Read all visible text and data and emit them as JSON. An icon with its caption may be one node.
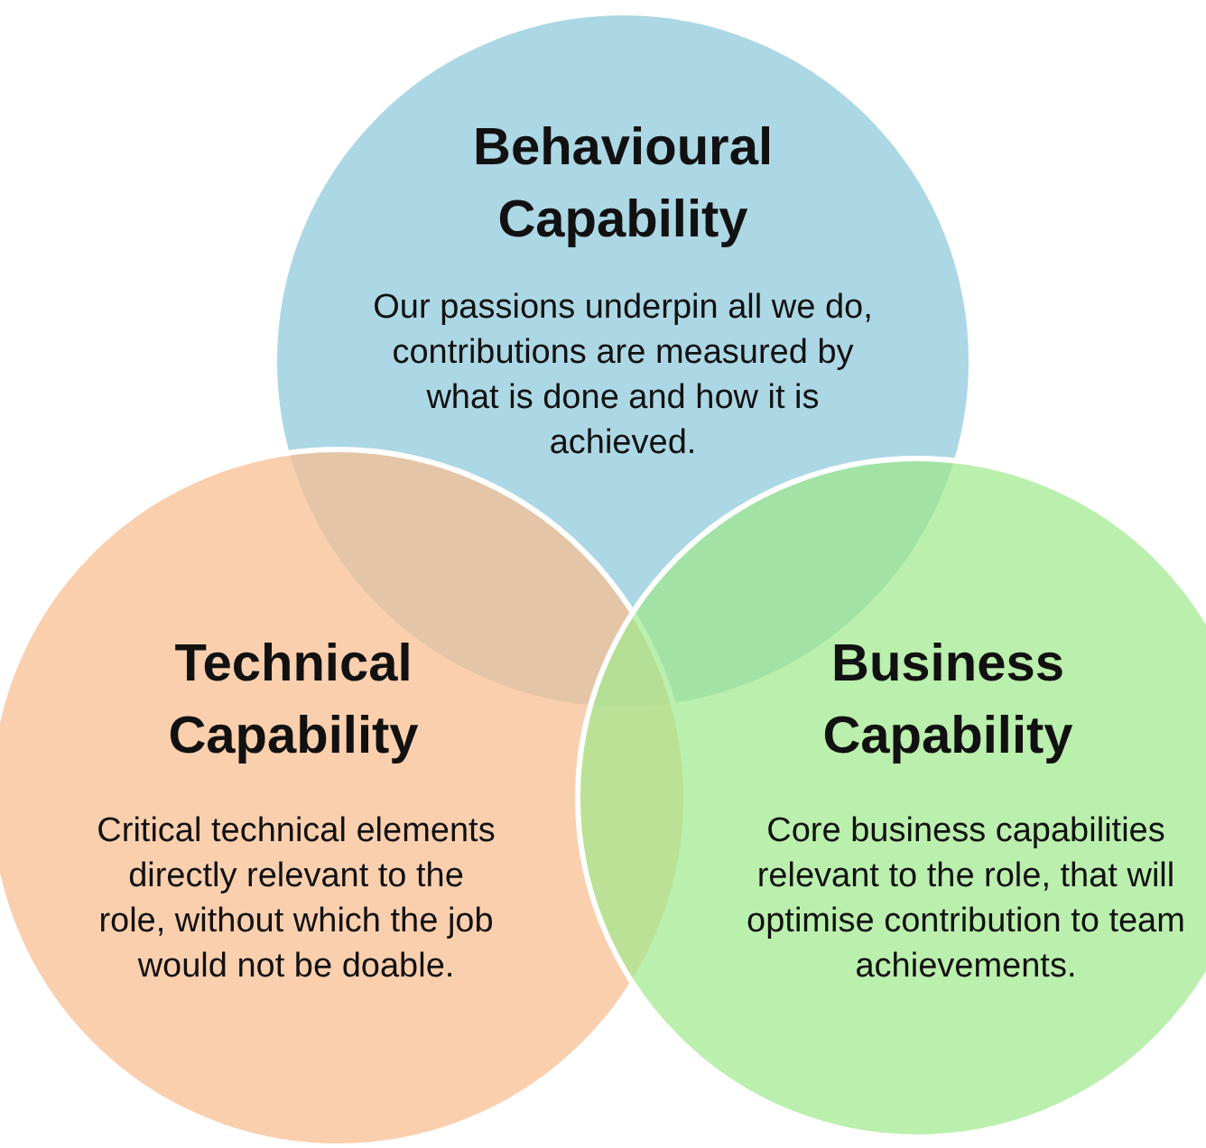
{
  "diagram": {
    "nodes": [
      {
        "text": [
          "Behavioural Capability",
          "Our passions underpin all we do,  contributions are measured by what is done and how it is achieved."
        ]
      },
      {
        "text": [
          "Technical Capability",
          "Critical technical elements directly relevant to the role, without which the job would not be doable."
        ]
      },
      {
        "text": [
          "Business Capability",
          "Core business capabilities relevant to the role, that will optimise  contribution to team achievements."
        ]
      }
    ]
  }
}
